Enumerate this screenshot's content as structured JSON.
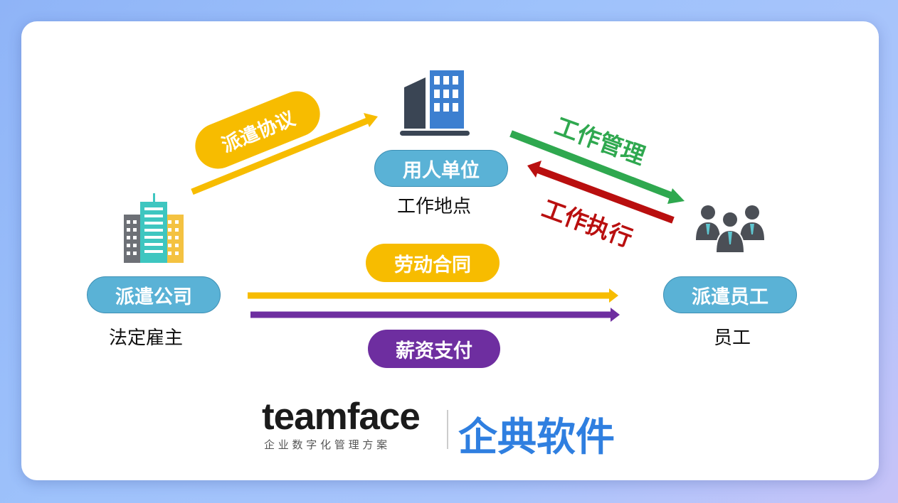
{
  "nodes": {
    "dispatch_company": {
      "label": "派遣公司",
      "sublabel": "法定雇主"
    },
    "employer_unit": {
      "label": "用人单位",
      "sublabel": "工作地点"
    },
    "dispatched_employee": {
      "label": "派遣员工",
      "sublabel": "员工"
    }
  },
  "relations": {
    "dispatch_agreement": "派遣协议",
    "work_management": "工作管理",
    "work_execution": "工作执行",
    "labor_contract": "劳动合同",
    "salary_payment": "薪资支付"
  },
  "brand": {
    "name": "teamface",
    "tagline": "企 业 数 字 化 管 理 方 案",
    "chinese_name": "企典软件"
  },
  "colors": {
    "node_blue": "#5ab2d6",
    "agreement_yellow": "#f7bc00",
    "management_green": "#2fa84f",
    "execution_red": "#b90f0f",
    "salary_purple": "#6e2ea0",
    "brand_blue": "#2f7fe0"
  }
}
